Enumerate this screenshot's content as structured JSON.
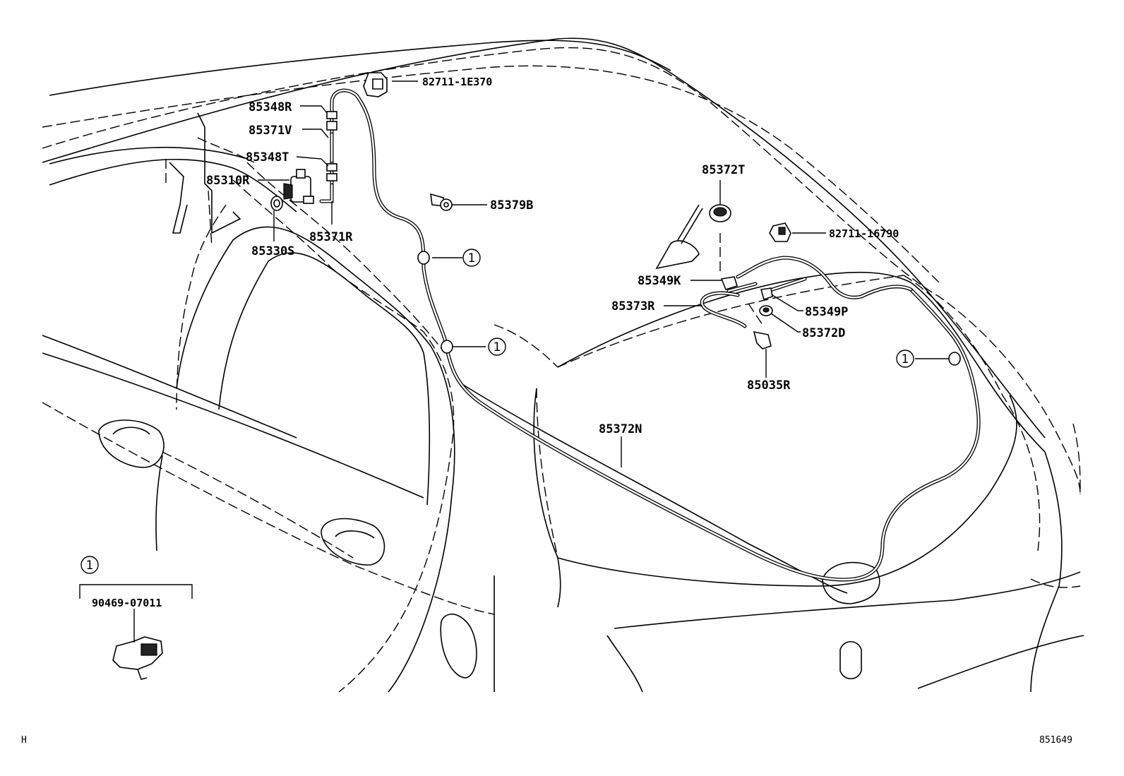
{
  "labels": {
    "p82711_1E370": "82711-1E370",
    "p85348R": "85348R",
    "p85371V": "85371V",
    "p85348T": "85348T",
    "p85310R": "85310R",
    "p85371R": "85371R",
    "p85330S": "85330S",
    "p85379B": "85379B",
    "p85372T": "85372T",
    "p82711_16790": "82711-16790",
    "p85349K": "85349K",
    "p85373R": "85373R",
    "p85349P": "85349P",
    "p85372D": "85372D",
    "p85035R": "85035R",
    "p85372N": "85372N",
    "p90469_07011": "90469-07011"
  },
  "callout": "1",
  "footer": {
    "left": "H",
    "right": "851649"
  }
}
